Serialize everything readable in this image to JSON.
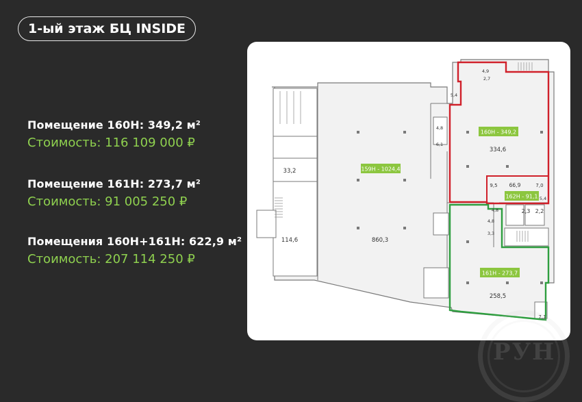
{
  "title": "1-ый этаж БЦ INSIDE",
  "offers": [
    {
      "label": "Помещение 160Н: 349,2 м²",
      "price": "Стоимость: 116 109 000 ₽"
    },
    {
      "label": "Помещение 161Н: 273,7 м²",
      "price": "Стоимость: 91 005 250 ₽"
    },
    {
      "label": "Помещения 160Н+161Н: 622,9 м²",
      "price": "Стоимость: 207 114 250 ₽"
    }
  ],
  "plan": {
    "tags": {
      "t159": "159Н - 1024,4",
      "t160": "160Н - 349,2",
      "t161": "161Н - 273,7",
      "t162": "162Н - 91,1"
    },
    "areas": {
      "a334": "334,6",
      "a860": "860,3",
      "a114": "114,6",
      "a33": "33,2",
      "a258": "258,5",
      "a66": "66,9",
      "a9": "9,5",
      "a7": "7,0",
      "a23": "2,3",
      "a22": "2,2",
      "a49": "4,9",
      "a27": "2,7",
      "a54a": "5,4",
      "a48a": "4,8",
      "a61": "6,1",
      "a54b": "5,4",
      "a48b": "4,8",
      "a48c": "4,8",
      "a33b": "3,3",
      "a71": "7,1"
    },
    "colors": {
      "unit160": "#d0202a",
      "unit161": "#2e9e3f",
      "tag": "#8cc63f"
    }
  },
  "watermark": "РУН"
}
